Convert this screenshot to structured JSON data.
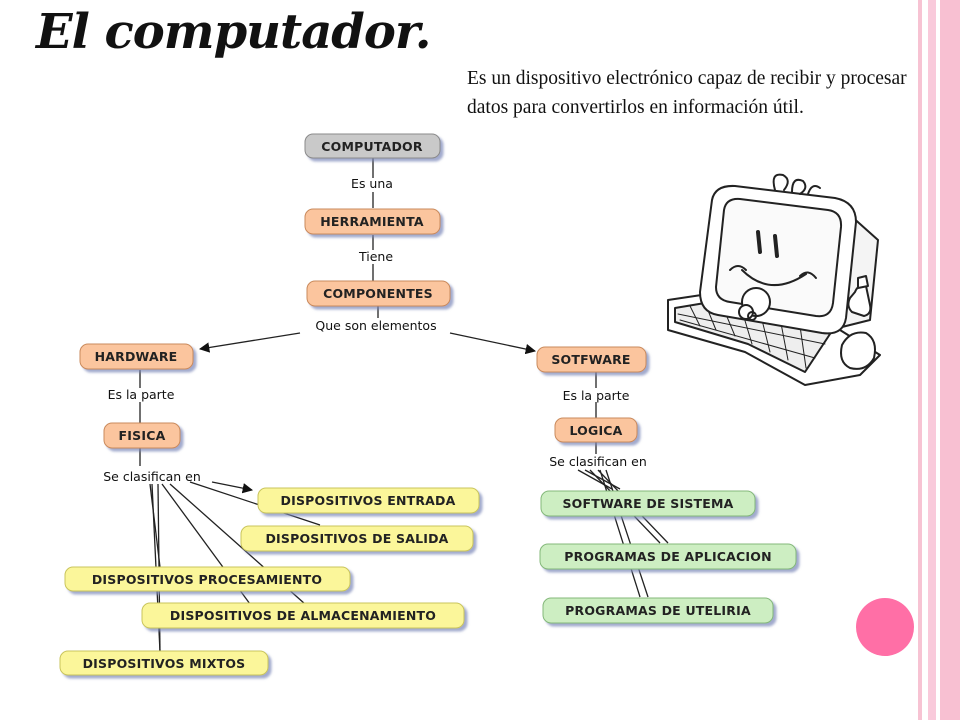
{
  "slide": {
    "title": "El computador.",
    "description": "Es un dispositivo electrónico capaz de recibir y procesar datos para convertirlos en información útil.",
    "colors": {
      "stripe": "#f9c8d8",
      "accent_dot": "#ff6fa6",
      "node_gray": "#c8c8c8",
      "node_orange": "#fbc59e",
      "node_yellow": "#fbf69a",
      "node_green": "#cdeec2"
    }
  },
  "concept_map": {
    "nodes": {
      "computador": "COMPUTADOR",
      "herramienta": "HERRAMIENTA",
      "componentes": "COMPONENTES",
      "hardware": "HARDWARE",
      "sotfware": "SOTFWARE",
      "fisica": "FISICA",
      "logica": "LOGICA",
      "disp_entrada": "DISPOSITIVOS ENTRADA",
      "disp_salida": "DISPOSITIVOS DE SALIDA",
      "disp_procesamiento": "DISPOSITIVOS PROCESAMIENTO",
      "disp_almacenamiento": "DISPOSITIVOS DE ALMACENAMIENTO",
      "disp_mixtos": "DISPOSITIVOS MIXTOS",
      "software_sistema": "SOFTWARE DE SISTEMA",
      "programas_aplicacion": "PROGRAMAS DE APLICACION",
      "programas_utileria": "PROGRAMAS DE UTELIRIA"
    },
    "links": {
      "es_una": "Es una",
      "tiene": "Tiene",
      "que_son_elementos": "Que son elementos",
      "es_la_parte_hw": "Es la parte",
      "es_la_parte_sw": "Es la parte",
      "se_clasifican_hw": "Se clasifican en",
      "se_clasifican_sw": "Se clasifican en"
    }
  },
  "illustration": {
    "icon": "cartoon-computer-icon"
  }
}
